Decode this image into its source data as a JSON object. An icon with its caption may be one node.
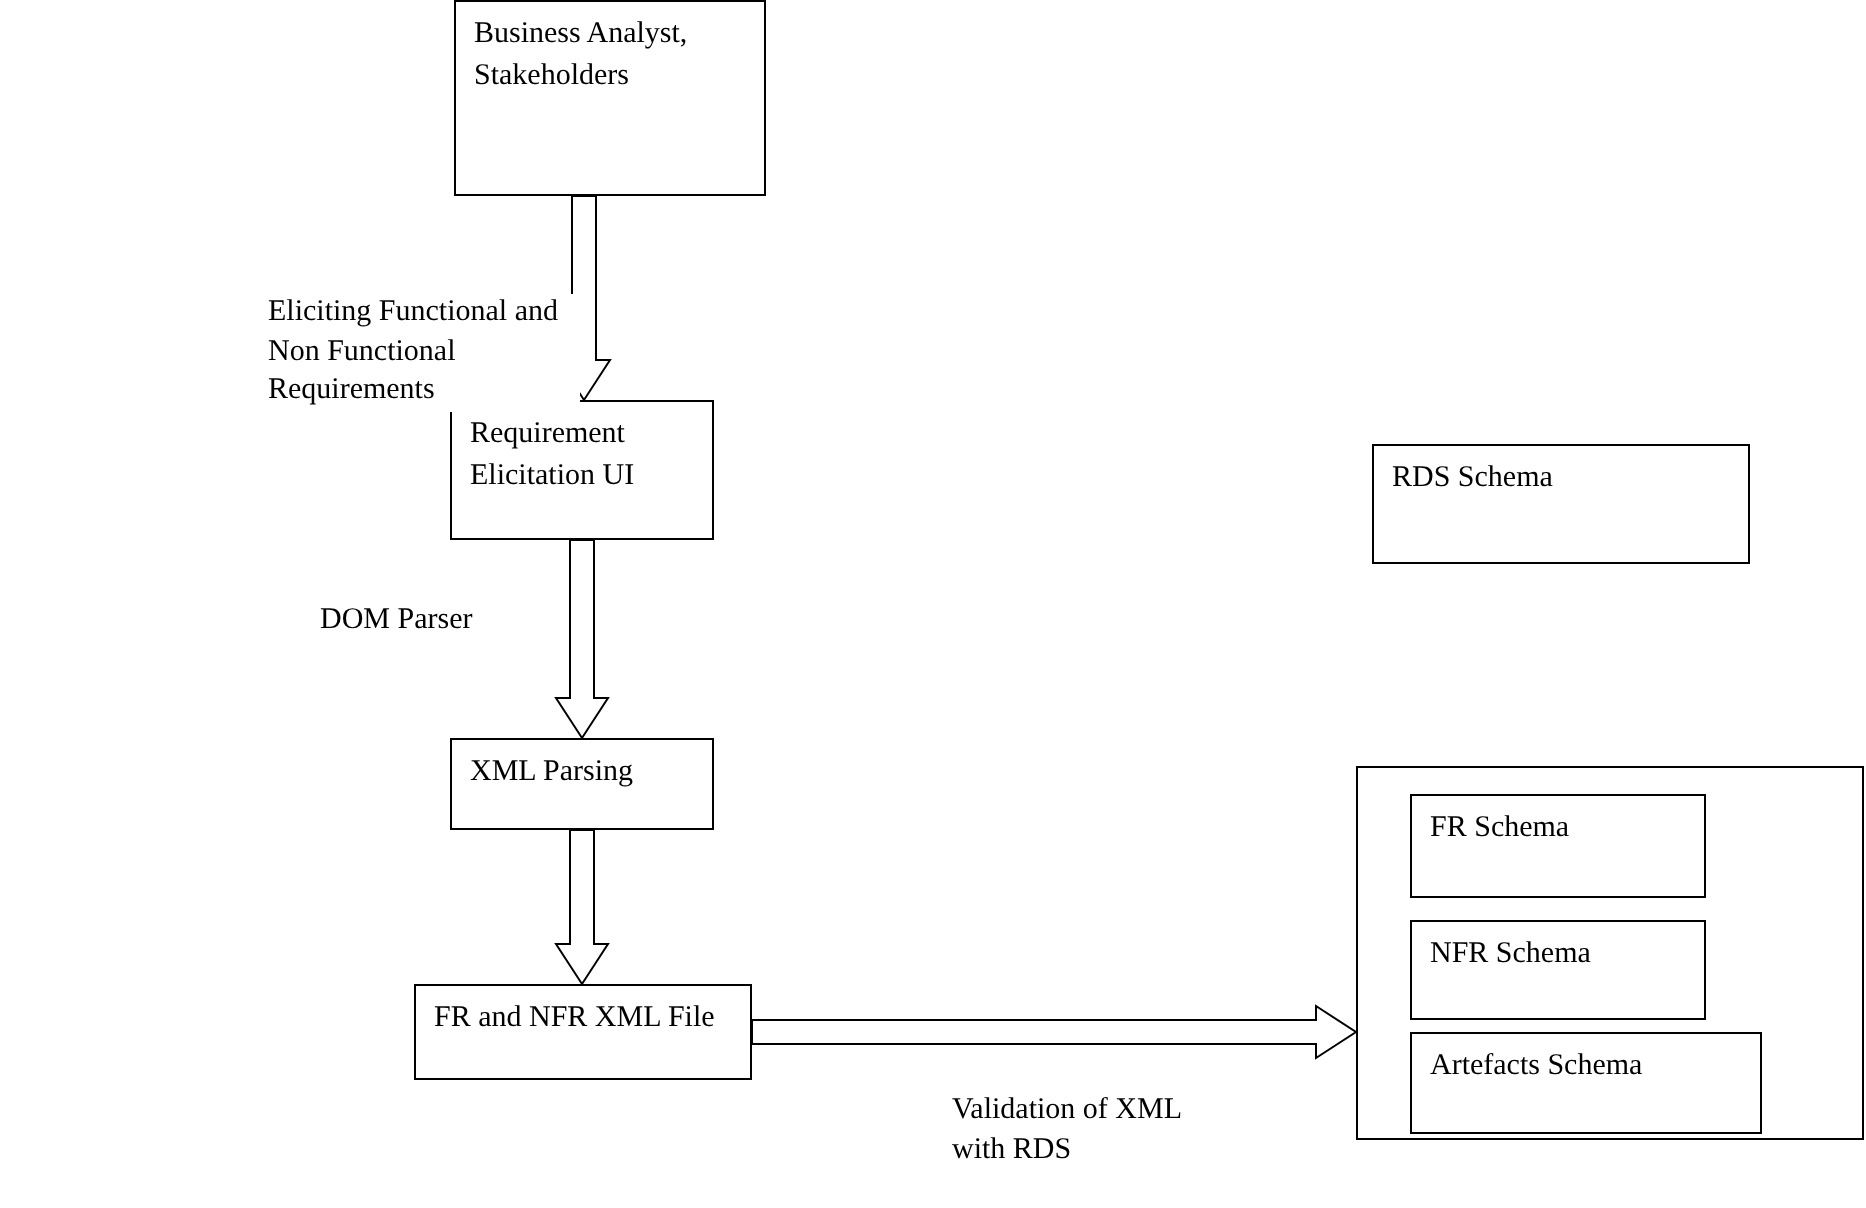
{
  "diagram": {
    "nodes": [
      {
        "text": [
          "Business Analyst, Stakeholders"
        ]
      },
      {
        "text": [
          "Requirement Elicitation UI"
        ]
      },
      {
        "text": [
          "XML Parsing"
        ]
      },
      {
        "text": [
          "FR and NFR XML File"
        ]
      },
      {
        "text": [
          "RDS Schema"
        ]
      },
      {
        "text": [],
        "shape": "box"
      },
      {
        "text": [
          "FR Schema"
        ],
        "in": 5
      },
      {
        "text": [
          "NFR Schema"
        ],
        "in": 5
      },
      {
        "text": [
          "Artefacts Schema"
        ],
        "in": 5
      }
    ],
    "edges": [
      {
        "from": 0,
        "to": 1,
        "arrow": "to",
        "label": "Eliciting Functional and Non Functional Requirements"
      },
      {
        "from": 1,
        "to": 2,
        "arrow": "to",
        "label": "DOM Parser"
      },
      {
        "from": 2,
        "to": 3,
        "arrow": "to"
      },
      {
        "from": 3,
        "to": 5,
        "arrow": "to",
        "label": "Validation of XML with RDS"
      }
    ]
  }
}
